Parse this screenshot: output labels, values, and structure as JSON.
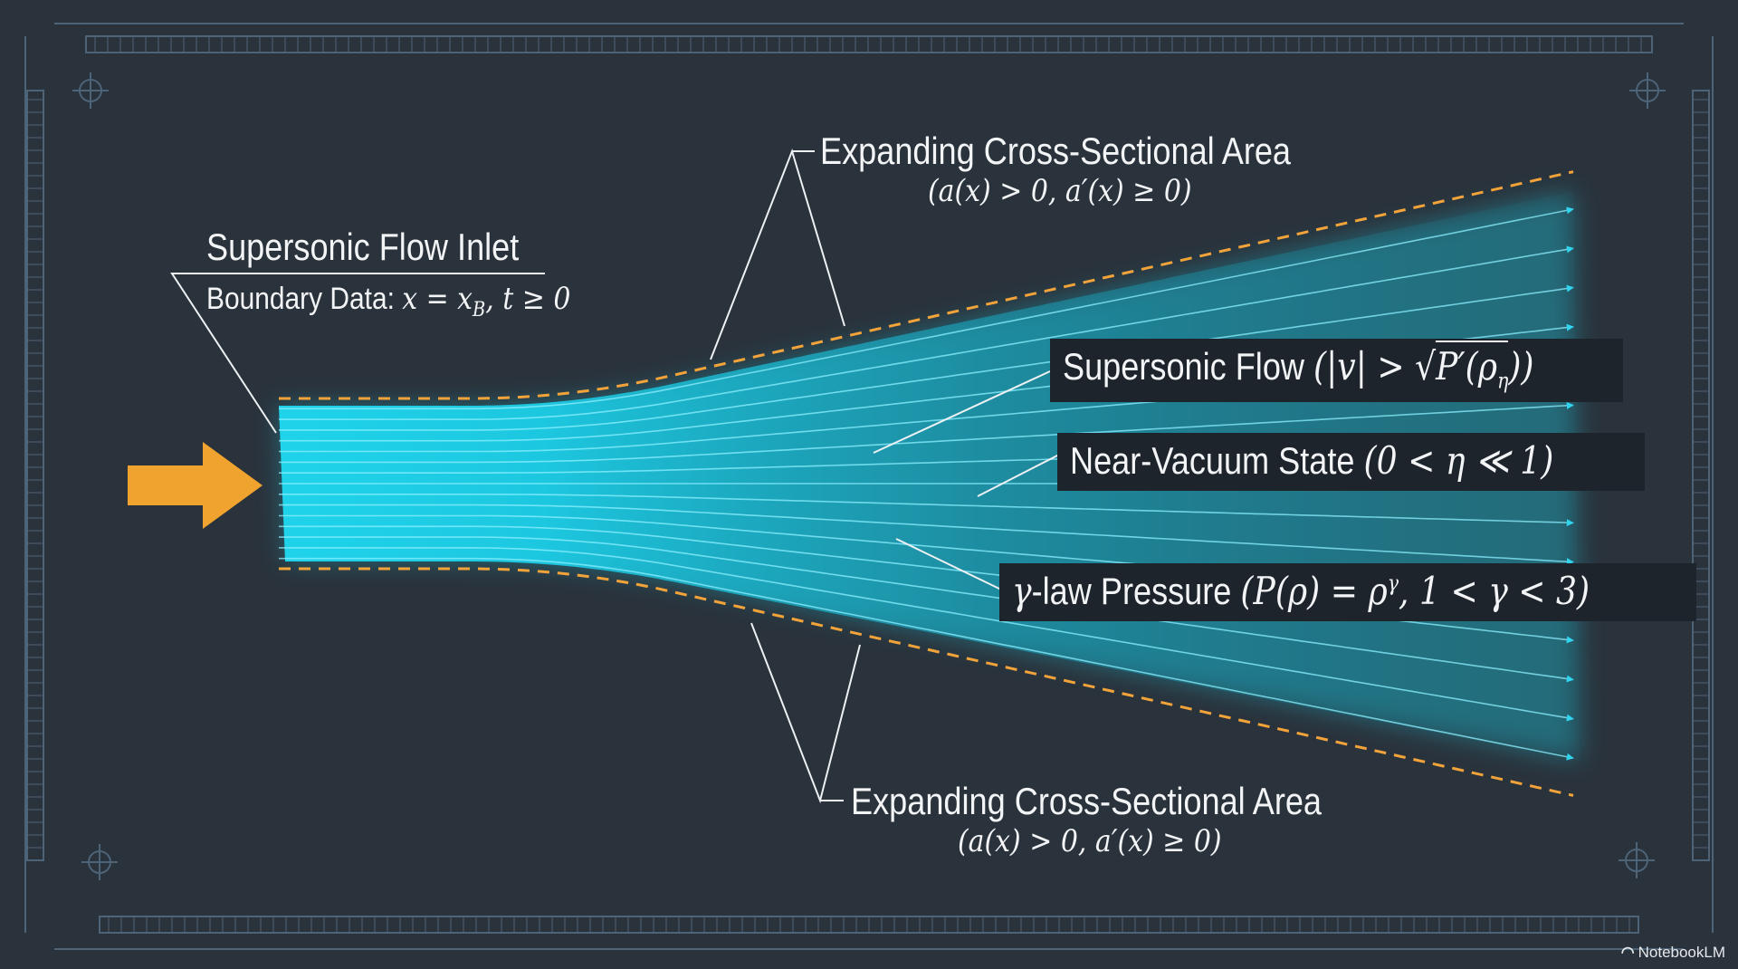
{
  "labels": {
    "inlet_title": "Supersonic Flow Inlet",
    "inlet_boundary_prefix": "Boundary Data: ",
    "inlet_boundary_math": "x = x",
    "inlet_boundary_sub": "B",
    "inlet_boundary_tail": ", t ≥ 0",
    "area_top_title": "Expanding Cross-Sectional Area",
    "area_top_math": "(a(x) > 0, a′(x) ≥ 0)",
    "area_bottom_title": "Expanding Cross-Sectional Area",
    "area_bottom_math": "(a(x) > 0, a′(x) ≥ 0)",
    "supersonic_title": "Supersonic Flow ",
    "supersonic_math_open": "(|v| > ",
    "supersonic_math_root": "P′(ρ",
    "supersonic_math_root_sub": "η",
    "supersonic_math_close": "))",
    "vacuum_title": "Near-Vacuum State ",
    "vacuum_math": "(0 < η ≪ 1)",
    "gamma_prefix": "γ",
    "gamma_title": "-law Pressure ",
    "gamma_math": "(P(ρ) = ρ",
    "gamma_math_sup": "γ",
    "gamma_math_tail": ", 1 < γ < 3)"
  },
  "branding": {
    "logo_icon": "notebooklm-logo-icon",
    "text": "NotebookLM"
  },
  "colors": {
    "background": "#2a323b",
    "flow_cyan": "#1ed0e6",
    "boundary_orange": "#f2a33a",
    "inlet_arrow": "#f0a32f",
    "blueprint_frame": "#4d6377",
    "label_text": "#f2f4f6",
    "label_box": "#1d242c"
  }
}
